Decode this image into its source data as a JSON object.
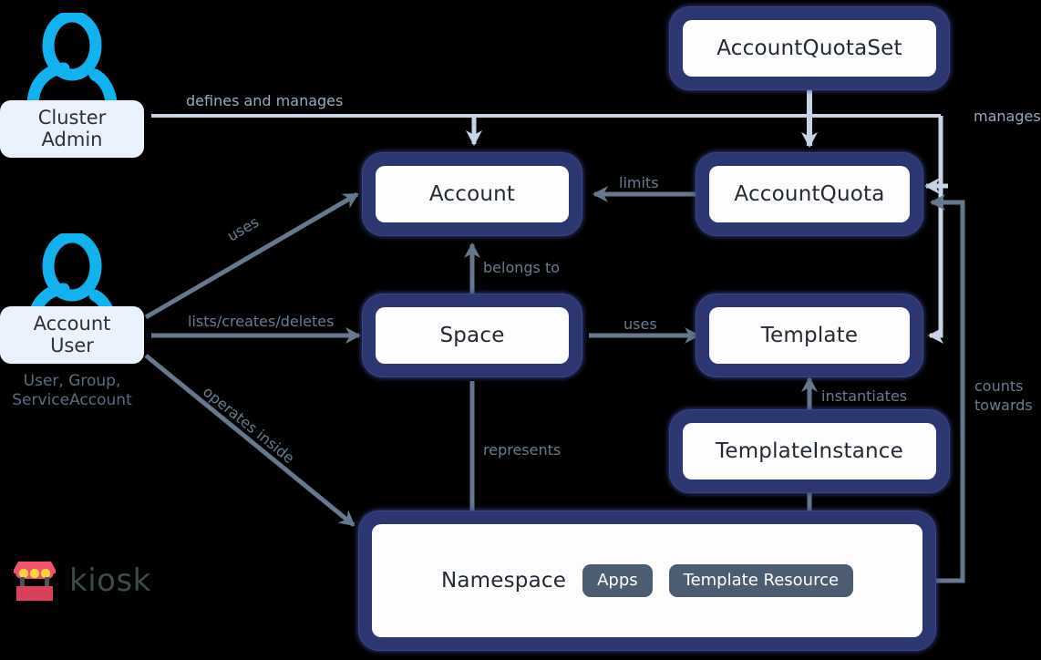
{
  "diagram": {
    "title": "kiosk account and space model",
    "background_color": "#000000",
    "brand": {
      "name": "kiosk",
      "logo_icon": "market-stall-icon",
      "awning_color": "#f0536a",
      "stall_color": "#d9405a",
      "lamp_color": "#ffd23f",
      "post_color": "#4a5560",
      "word_color": "#3d4a4a"
    },
    "palette": {
      "node_border": "#2c3670",
      "node_fill": "#fdfdfd",
      "node_text": "#232a34",
      "badge_fill": "#4c5d71",
      "badge_text": "#ffffff",
      "actor_plate": "#eaf3fd",
      "actor_icon": "#12b2ef",
      "actor_text": "#2a323c",
      "actor_subtext": "#5b6b80",
      "edge_dark": "#67788e",
      "edge_light": "#c8d4e6",
      "edge_label": "#6a7b90",
      "edge_label_light": "#9aa8bd"
    }
  },
  "actors": [
    {
      "id": "cluster-admin",
      "icon": "person-icon",
      "line1": "Cluster",
      "line2": "Admin",
      "sub": ""
    },
    {
      "id": "account-user",
      "icon": "person-icon",
      "line1": "Account",
      "line2": "User",
      "sub_line1": "User, Group,",
      "sub_line2": "ServiceAccount"
    }
  ],
  "nodes": [
    {
      "id": "accountquotaset",
      "label": "AccountQuotaSet"
    },
    {
      "id": "account",
      "label": "Account"
    },
    {
      "id": "accountquota",
      "label": "AccountQuota"
    },
    {
      "id": "space",
      "label": "Space"
    },
    {
      "id": "template",
      "label": "Template"
    },
    {
      "id": "templateinstance",
      "label": "TemplateInstance"
    },
    {
      "id": "namespace",
      "label": "Namespace",
      "badges": [
        "Apps",
        "Template Resource"
      ]
    }
  ],
  "edges": [
    {
      "id": "admin-defines-account",
      "label": "defines and manages",
      "from": "cluster-admin",
      "to": "account",
      "style": "light"
    },
    {
      "id": "admin-manages-quota",
      "label": "manages",
      "from": "cluster-admin",
      "to": "accountquota",
      "style": "light"
    },
    {
      "id": "user-uses-account",
      "label": "uses",
      "from": "account-user",
      "to": "account",
      "style": "dark"
    },
    {
      "id": "user-lists-space",
      "label": "lists/creates/deletes",
      "from": "account-user",
      "to": "space",
      "style": "dark"
    },
    {
      "id": "user-operates-namespace",
      "label": "operates inside",
      "from": "account-user",
      "to": "namespace",
      "style": "dark"
    },
    {
      "id": "quota-limits-account",
      "label": "limits",
      "from": "accountquota",
      "to": "account",
      "style": "dark"
    },
    {
      "id": "space-belongs-account",
      "label": "belongs to",
      "from": "space",
      "to": "account",
      "style": "dark"
    },
    {
      "id": "space-uses-template",
      "label": "uses",
      "from": "space",
      "to": "template",
      "style": "dark"
    },
    {
      "id": "space-represents-namespace",
      "label": "represents",
      "from": "space",
      "to": "namespace",
      "style": "dark"
    },
    {
      "id": "ti-instantiates-template",
      "label": "instantiates",
      "from": "templateinstance",
      "to": "template",
      "style": "dark"
    },
    {
      "id": "ti-creates-namespace",
      "label": "",
      "from": "templateinstance",
      "to": "namespace",
      "style": "dark"
    },
    {
      "id": "namespace-counts-quota",
      "label_line1": "counts",
      "label_line2": "towards",
      "from": "namespace",
      "to": "accountquota",
      "style": "dark"
    },
    {
      "id": "quotaset-quota-link",
      "label": "",
      "from": "accountquotaset",
      "to": "accountquota",
      "style": "light-double"
    }
  ]
}
